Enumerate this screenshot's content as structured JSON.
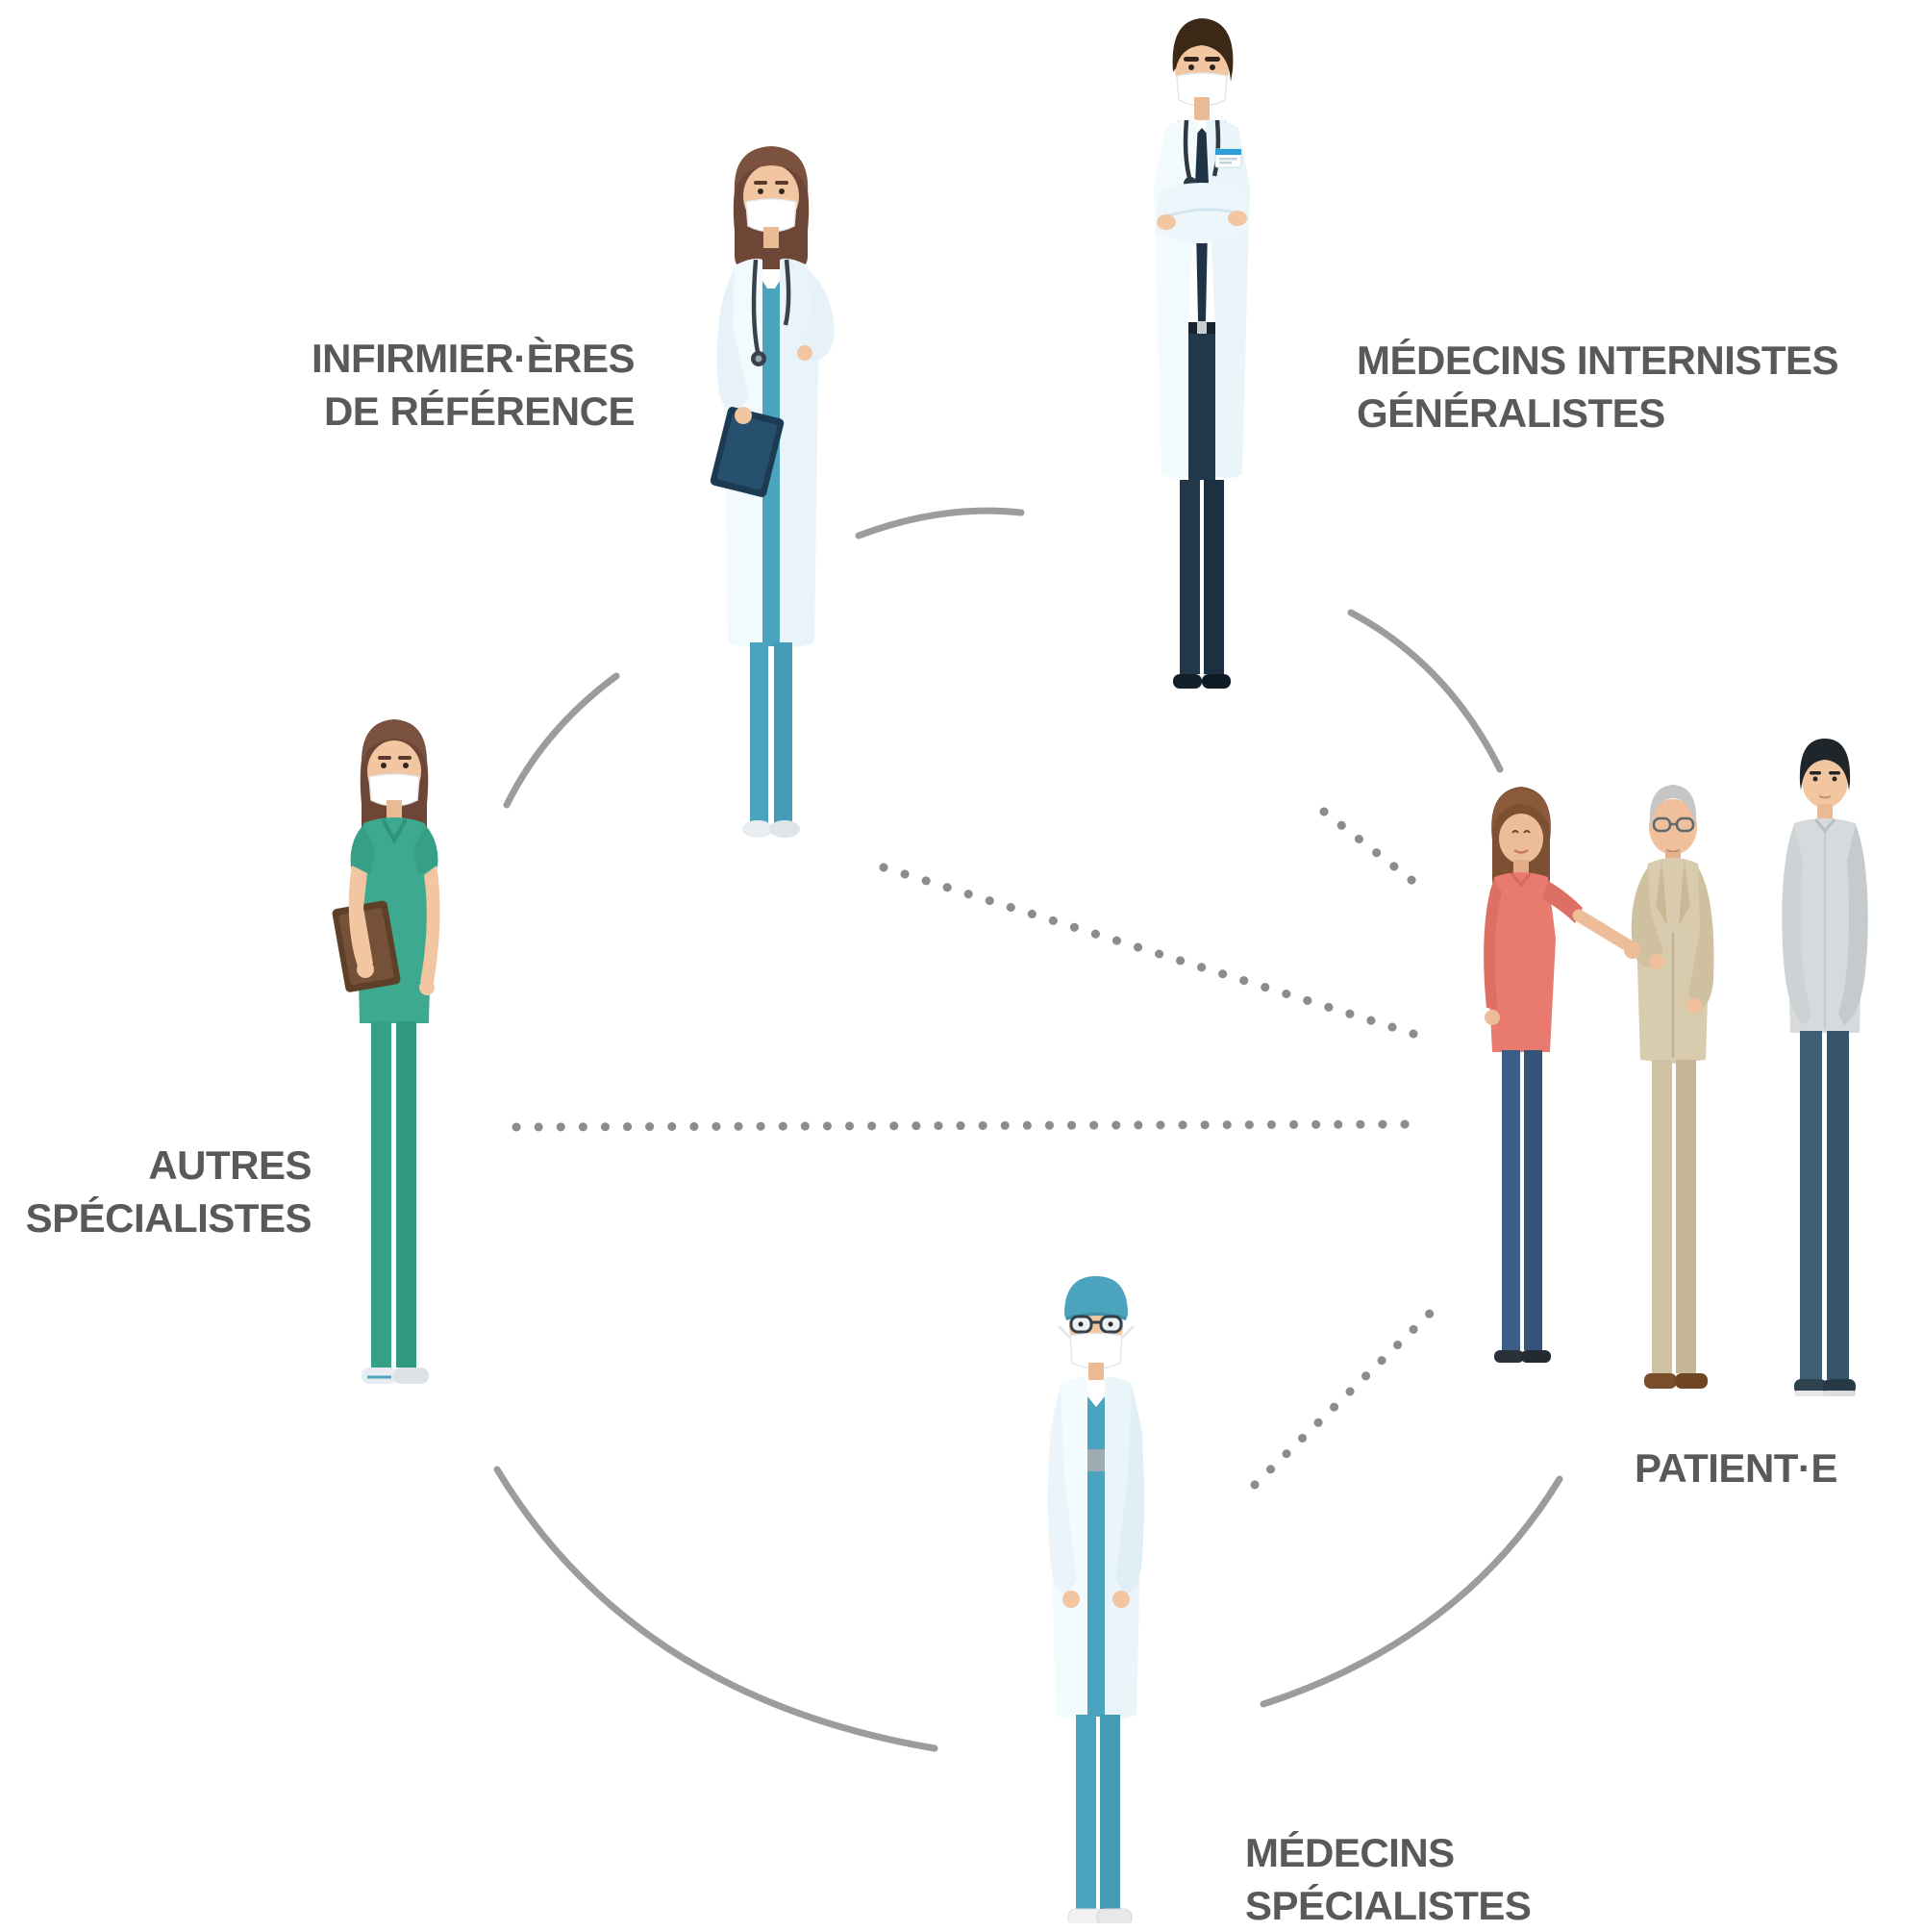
{
  "page": {
    "background": "#FFFFFF",
    "kind": "care-team-network-infographic"
  },
  "colors": {
    "label-text": "#58595B",
    "line-solid": "#9C9C9C",
    "line-dotted": "#8C8C8C",
    "scrub-teal": "#4BA3BE",
    "scrub-green": "#3DAA8F",
    "lab-coat": "#F4FBFE"
  },
  "nodes": {
    "infirmieres": {
      "line1": "INFIRMIER·ÈRES",
      "line2": "DE RÉFÉRENCE",
      "figure": "nurse-with-mask-and-clipboard"
    },
    "generalistes": {
      "line1": "MÉDECINS INTERNISTES",
      "line2": "GÉNÉRALISTES",
      "figure": "doctor-arms-crossed-with-mask"
    },
    "patients": {
      "line1": "PATIENT·E",
      "figure": "group-of-three-patients"
    },
    "autres": {
      "line1": "AUTRES",
      "line2": "SPÉCIALISTES",
      "figure": "specialist-in-green-scrubs-with-tablet"
    },
    "specialistes": {
      "line1": "MÉDECINS",
      "line2": "SPÉCIALISTES",
      "figure": "surgeon-with-cap-glasses-and-mask"
    }
  },
  "connections": [
    {
      "from": "infirmieres",
      "to": "generalistes",
      "style": "solid"
    },
    {
      "from": "infirmieres",
      "to": "autres",
      "style": "solid"
    },
    {
      "from": "generalistes",
      "to": "patients",
      "style": "solid"
    },
    {
      "from": "patients",
      "to": "specialistes",
      "style": "solid"
    },
    {
      "from": "autres",
      "to": "specialistes",
      "style": "solid"
    },
    {
      "from": "infirmieres",
      "to": "patients",
      "style": "dotted"
    },
    {
      "from": "autres",
      "to": "patients",
      "style": "dotted"
    },
    {
      "from": "specialistes",
      "to": "patients",
      "style": "dotted"
    },
    {
      "from": "generalistes",
      "to": "patients",
      "style": "dotted"
    }
  ]
}
